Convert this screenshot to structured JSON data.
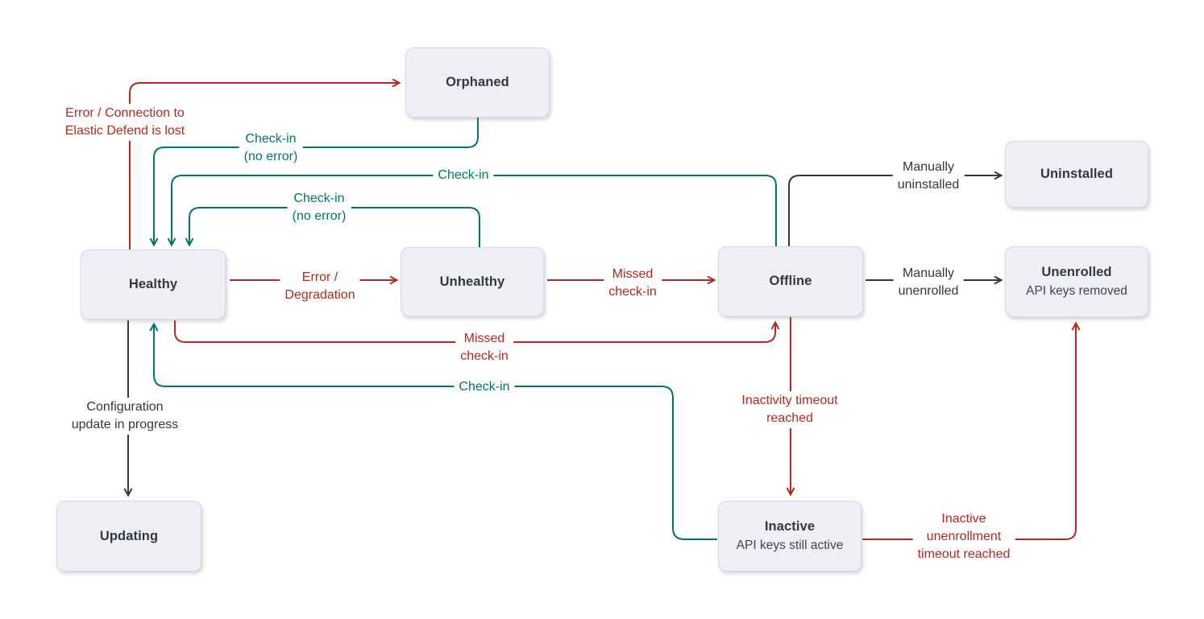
{
  "diagram": "agent-state-transitions",
  "colors": {
    "red": "#b3291e",
    "teal": "#00756b",
    "dark": "#343741",
    "node-bg": "#edeff4",
    "node-border": "#d3dae6",
    "subtitle": "#3f4450"
  },
  "nodes": {
    "orphaned": {
      "label": "Orphaned"
    },
    "healthy": {
      "label": "Healthy"
    },
    "unhealthy": {
      "label": "Unhealthy"
    },
    "offline": {
      "label": "Offline"
    },
    "uninstalled": {
      "label": "Uninstalled"
    },
    "unenrolled": {
      "label": "Unenrolled",
      "sublabel": "API keys removed"
    },
    "updating": {
      "label": "Updating"
    },
    "inactive": {
      "label": "Inactive",
      "sublabel": "API keys still active"
    }
  },
  "edge_labels": {
    "error_connection": {
      "text": "Error / Connection to\nElastic Defend is lost",
      "color": "red"
    },
    "checkin_orphaned": {
      "text": "Check-in\n(no error)",
      "color": "teal"
    },
    "checkin_offline": {
      "text": "Check-in",
      "color": "teal"
    },
    "checkin_unhealthy": {
      "text": "Check-in\n(no error)",
      "color": "teal"
    },
    "error_degradation": {
      "text": "Error /\nDegradation",
      "color": "red"
    },
    "missed_checkin_top": {
      "text": "Missed\ncheck-in",
      "color": "red"
    },
    "manually_uninstalled": {
      "text": "Manually\nuninstalled",
      "color": "dark"
    },
    "manually_unenrolled": {
      "text": "Manually\nunenrolled",
      "color": "dark"
    },
    "missed_checkin_bottom": {
      "text": "Missed\ncheck-in",
      "color": "red"
    },
    "checkin_inactive": {
      "text": "Check-in",
      "color": "teal"
    },
    "configuration_update": {
      "text": "Configuration\nupdate in progress",
      "color": "dark"
    },
    "inactivity_timeout": {
      "text": "Inactivity timeout\nreached",
      "color": "red"
    },
    "inactive_unenrollment": {
      "text": "Inactive\nunenrollment\ntimeout reached",
      "color": "red"
    }
  }
}
